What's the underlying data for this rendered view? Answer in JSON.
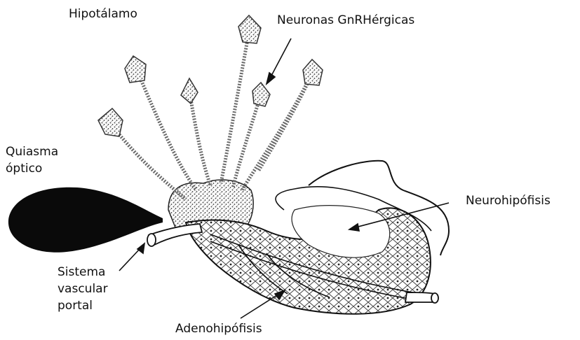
{
  "labels": {
    "hypothalamus": "Hipotálamo",
    "gnrh_neurons": "Neuronas GnRHérgicas",
    "optic_chiasm_line1": "Quiasma",
    "optic_chiasm_line2": "óptico",
    "neurohypophysis": "Neurohipófisis",
    "portal_line1": "Sistema",
    "portal_line2": "vascular",
    "portal_line3": "portal",
    "adenohypophysis": "Adenohipófisis"
  },
  "colors": {
    "ink": "#111111",
    "dotted_fill": "#8a8a8a",
    "chiasm_fill": "#0a0a0a",
    "background": "#ffffff"
  }
}
